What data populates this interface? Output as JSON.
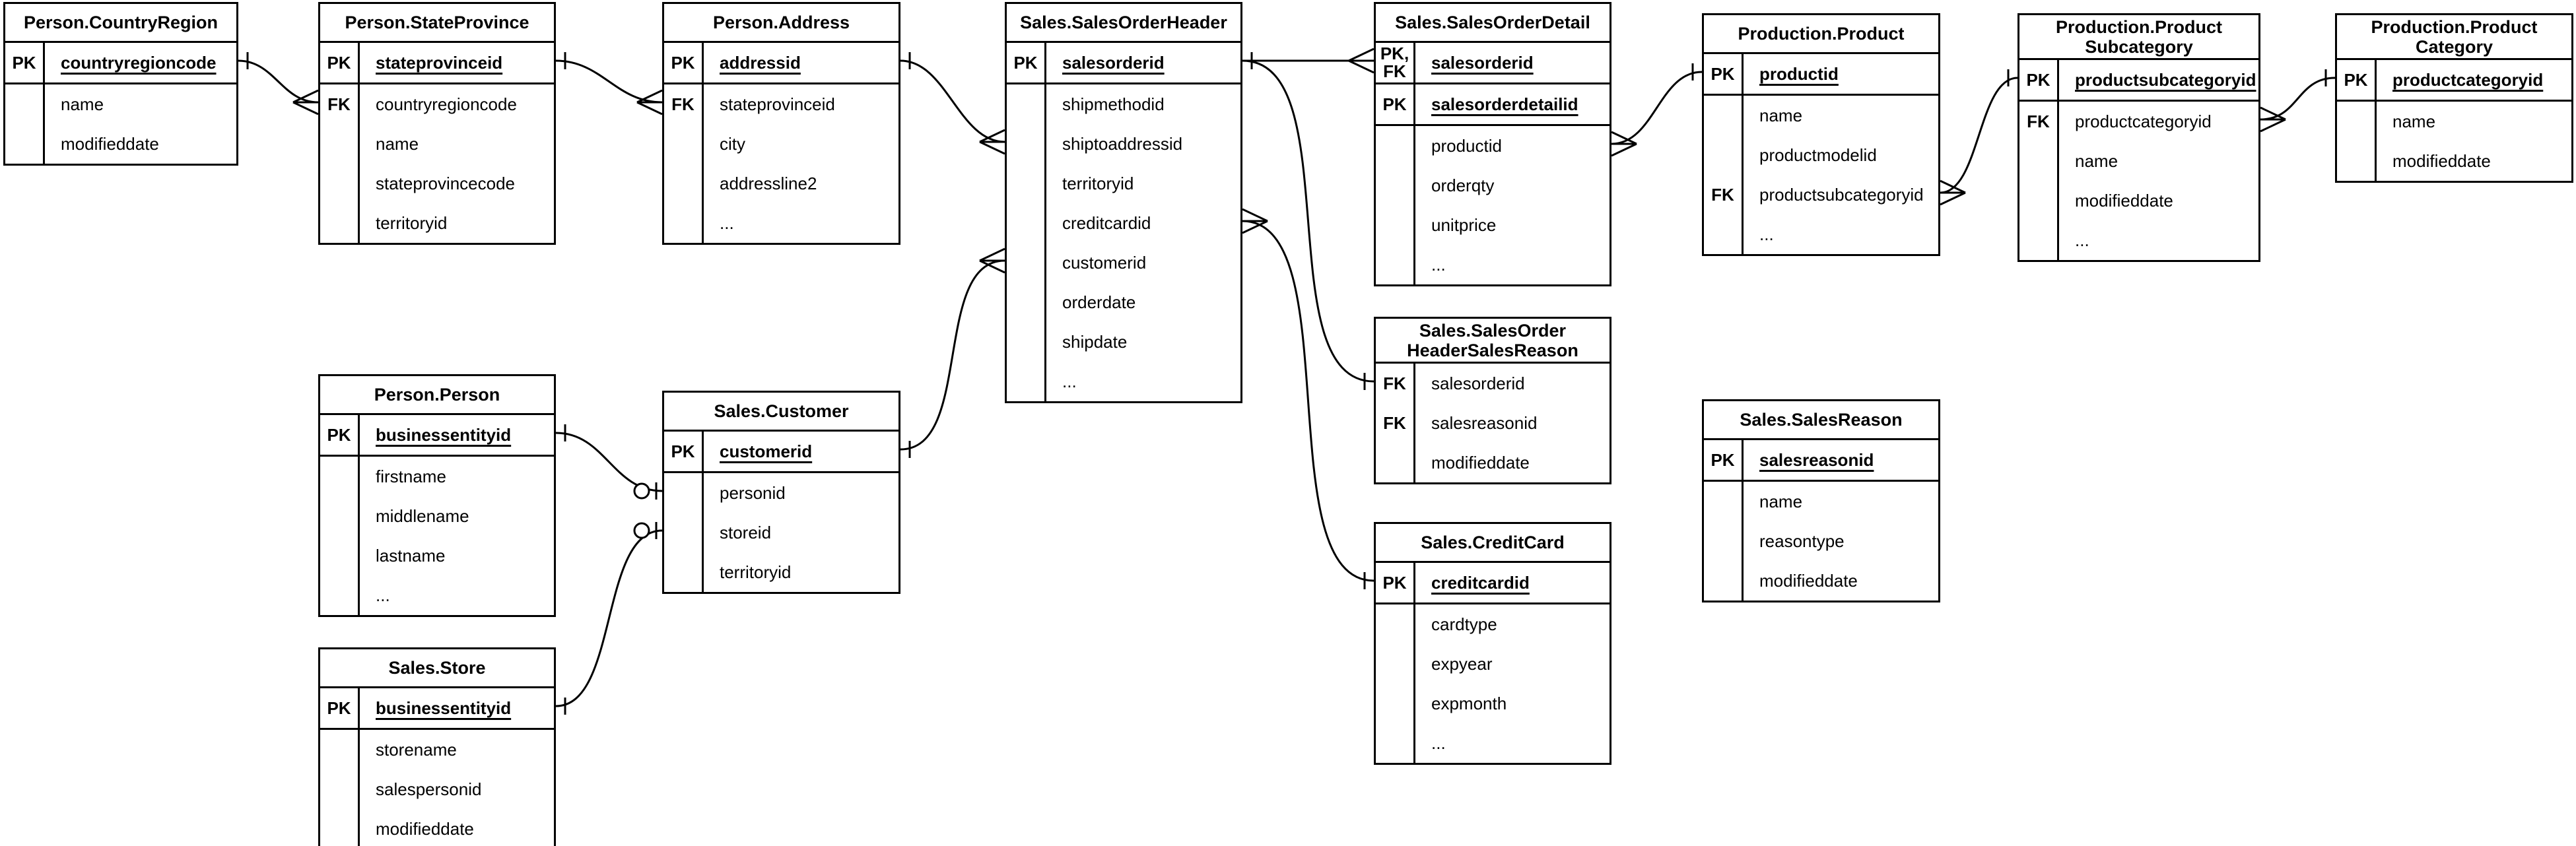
{
  "diagram": {
    "kind": "entity-relationship-diagram",
    "colors": {
      "line": "#000000",
      "text": "#000000",
      "background": "#ffffff"
    },
    "tables": [
      {
        "id": "countryregion",
        "title": [
          "Person.CountryRegion"
        ],
        "sections": [
          {
            "rows": [
              {
                "key": "PK",
                "field": "countryregioncode",
                "pk": true
              }
            ]
          },
          {
            "rows": [
              {
                "key": "",
                "field": "name"
              },
              {
                "key": "",
                "field": "modifieddate"
              }
            ]
          }
        ]
      },
      {
        "id": "stateprovince",
        "title": [
          "Person.StateProvince"
        ],
        "sections": [
          {
            "rows": [
              {
                "key": "PK",
                "field": "stateprovinceid",
                "pk": true
              }
            ]
          },
          {
            "rows": [
              {
                "key": "FK",
                "field": "countryregioncode"
              },
              {
                "key": "",
                "field": "name"
              },
              {
                "key": "",
                "field": "stateprovincecode"
              },
              {
                "key": "",
                "field": "territoryid"
              }
            ]
          }
        ]
      },
      {
        "id": "address",
        "title": [
          "Person.Address"
        ],
        "sections": [
          {
            "rows": [
              {
                "key": "PK",
                "field": "addressid",
                "pk": true
              }
            ]
          },
          {
            "rows": [
              {
                "key": "FK",
                "field": "stateprovinceid"
              },
              {
                "key": "",
                "field": "city"
              },
              {
                "key": "",
                "field": "addressline2"
              },
              {
                "key": "",
                "field": "..."
              }
            ]
          }
        ]
      },
      {
        "id": "salesorderheader",
        "title": [
          "Sales.SalesOrderHeader"
        ],
        "sections": [
          {
            "rows": [
              {
                "key": "PK",
                "field": "salesorderid",
                "pk": true
              }
            ]
          },
          {
            "rows": [
              {
                "key": "",
                "field": "shipmethodid"
              },
              {
                "key": "",
                "field": "shiptoaddressid"
              },
              {
                "key": "",
                "field": "territoryid"
              },
              {
                "key": "",
                "field": "creditcardid"
              },
              {
                "key": "",
                "field": "customerid"
              },
              {
                "key": "",
                "field": "orderdate"
              },
              {
                "key": "",
                "field": "shipdate"
              },
              {
                "key": "",
                "field": "..."
              }
            ]
          }
        ]
      },
      {
        "id": "salesorderdetail",
        "title": [
          "Sales.SalesOrderDetail"
        ],
        "sections": [
          {
            "rows": [
              {
                "key": "PK,\nFK",
                "field": "salesorderid",
                "pk": true
              }
            ]
          },
          {
            "rows": [
              {
                "key": "PK",
                "field": "salesorderdetailid",
                "pk": true
              }
            ]
          },
          {
            "rows": [
              {
                "key": "",
                "field": "productid"
              },
              {
                "key": "",
                "field": "orderqty"
              },
              {
                "key": "",
                "field": "unitprice"
              },
              {
                "key": "",
                "field": "..."
              }
            ]
          }
        ]
      },
      {
        "id": "product",
        "title": [
          "Production.Product"
        ],
        "sections": [
          {
            "rows": [
              {
                "key": "PK",
                "field": "productid",
                "pk": true
              }
            ]
          },
          {
            "rows": [
              {
                "key": "",
                "field": "name"
              },
              {
                "key": "",
                "field": "productmodelid"
              },
              {
                "key": "FK",
                "field": "productsubcategoryid"
              },
              {
                "key": "",
                "field": "..."
              }
            ]
          }
        ]
      },
      {
        "id": "productsubcategory",
        "title": [
          "Production.Product",
          "Subcategory"
        ],
        "sections": [
          {
            "rows": [
              {
                "key": "PK",
                "field": "productsubcategoryid",
                "pk": true
              }
            ]
          },
          {
            "rows": [
              {
                "key": "FK",
                "field": "productcategoryid"
              },
              {
                "key": "",
                "field": "name"
              },
              {
                "key": "",
                "field": "modifieddate"
              },
              {
                "key": "",
                "field": "..."
              }
            ]
          }
        ]
      },
      {
        "id": "productcategory",
        "title": [
          "Production.Product",
          "Category"
        ],
        "sections": [
          {
            "rows": [
              {
                "key": "PK",
                "field": "productcategoryid",
                "pk": true
              }
            ]
          },
          {
            "rows": [
              {
                "key": "",
                "field": "name"
              },
              {
                "key": "",
                "field": "modifieddate"
              }
            ]
          }
        ]
      },
      {
        "id": "person",
        "title": [
          "Person.Person"
        ],
        "sections": [
          {
            "rows": [
              {
                "key": "PK",
                "field": "businessentityid",
                "pk": true
              }
            ]
          },
          {
            "rows": [
              {
                "key": "",
                "field": "firstname"
              },
              {
                "key": "",
                "field": "middlename"
              },
              {
                "key": "",
                "field": "lastname"
              },
              {
                "key": "",
                "field": "..."
              }
            ]
          }
        ]
      },
      {
        "id": "customer",
        "title": [
          "Sales.Customer"
        ],
        "sections": [
          {
            "rows": [
              {
                "key": "PK",
                "field": "customerid",
                "pk": true
              }
            ]
          },
          {
            "rows": [
              {
                "key": "",
                "field": "personid"
              },
              {
                "key": "",
                "field": "storeid"
              },
              {
                "key": "",
                "field": "territoryid"
              }
            ]
          }
        ]
      },
      {
        "id": "store",
        "title": [
          "Sales.Store"
        ],
        "sections": [
          {
            "rows": [
              {
                "key": "PK",
                "field": "businessentityid",
                "pk": true
              }
            ]
          },
          {
            "rows": [
              {
                "key": "",
                "field": "storename"
              },
              {
                "key": "",
                "field": "salespersonid"
              },
              {
                "key": "",
                "field": "modifieddate"
              }
            ]
          }
        ]
      },
      {
        "id": "salesorderheadersalesreason",
        "title": [
          "Sales.SalesOrder",
          "HeaderSalesReason"
        ],
        "sections": [
          {
            "rows": [
              {
                "key": "FK",
                "field": "salesorderid"
              },
              {
                "key": "FK",
                "field": "salesreasonid"
              },
              {
                "key": "",
                "field": "modifieddate"
              }
            ]
          }
        ]
      },
      {
        "id": "salesreason",
        "title": [
          "Sales.SalesReason"
        ],
        "sections": [
          {
            "rows": [
              {
                "key": "PK",
                "field": "salesreasonid",
                "pk": true
              }
            ]
          },
          {
            "rows": [
              {
                "key": "",
                "field": "name"
              },
              {
                "key": "",
                "field": "reasontype"
              },
              {
                "key": "",
                "field": "modifieddate"
              }
            ]
          }
        ]
      },
      {
        "id": "creditcard",
        "title": [
          "Sales.CreditCard"
        ],
        "sections": [
          {
            "rows": [
              {
                "key": "PK",
                "field": "creditcardid",
                "pk": true
              }
            ]
          },
          {
            "rows": [
              {
                "key": "",
                "field": "cardtype"
              },
              {
                "key": "",
                "field": "expyear"
              },
              {
                "key": "",
                "field": "expmonth"
              },
              {
                "key": "",
                "field": "..."
              }
            ]
          }
        ]
      }
    ],
    "relationships": [
      {
        "id": "r1",
        "from": "countryregion.countryregioncode",
        "to": "stateprovince.countryregioncode",
        "from_card": "one",
        "to_card": "many"
      },
      {
        "id": "r2",
        "from": "stateprovince.stateprovinceid",
        "to": "address.stateprovinceid",
        "from_card": "one",
        "to_card": "many"
      },
      {
        "id": "r3",
        "from": "address.addressid",
        "to": "salesorderheader.shiptoaddressid",
        "from_card": "one",
        "to_card": "many"
      },
      {
        "id": "r4",
        "from": "salesorderheader.salesorderid",
        "to": "salesorderdetail.salesorderid",
        "from_card": "one",
        "to_card": "many"
      },
      {
        "id": "r5",
        "from": "salesorderheader.salesorderid",
        "to": "salesorderheadersalesreason.salesorderid",
        "from_card": "one",
        "to_card": "one"
      },
      {
        "id": "r6",
        "from": "salesorderheader.creditcardid",
        "to": "creditcard.creditcardid",
        "from_card": "many",
        "to_card": "one"
      },
      {
        "id": "r7",
        "from": "customer.customerid",
        "to": "salesorderheader.customerid",
        "from_card": "one",
        "to_card": "many"
      },
      {
        "id": "r8",
        "from": "person.businessentityid",
        "to": "customer.personid",
        "from_card": "one",
        "to_card": "zero-one"
      },
      {
        "id": "r9",
        "from": "store.businessentityid",
        "to": "customer.storeid",
        "from_card": "one",
        "to_card": "zero-one"
      },
      {
        "id": "r10",
        "from": "salesorderdetail.productid",
        "to": "product.productid",
        "from_card": "many",
        "to_card": "one"
      },
      {
        "id": "r11",
        "from": "product.productsubcategoryid",
        "to": "productsubcategory.productsubcategoryid",
        "from_card": "many",
        "to_card": "one"
      },
      {
        "id": "r12",
        "from": "productsubcategory.productcategoryid",
        "to": "productcategory.productcategoryid",
        "from_card": "many",
        "to_card": "one"
      }
    ]
  }
}
